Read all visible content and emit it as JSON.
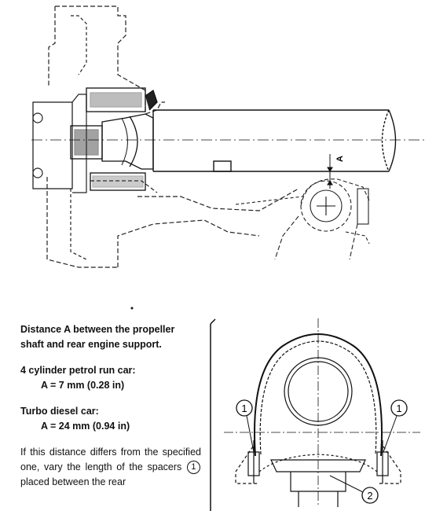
{
  "figure_top": {
    "label_a": "A"
  },
  "figure_bottom": {
    "callout_left": "1",
    "callout_right": "1",
    "callout_bottom": "2"
  },
  "text": {
    "heading_line1": "Distance A between the propeller",
    "heading_line2": "shaft and rear engine support.",
    "petrol_label": "4 cylinder petrol run car:",
    "petrol_value": "A = 7 mm (0.28 in)",
    "diesel_label": "Turbo diesel car:",
    "diesel_value": "A = 24 mm (0.94 in)",
    "instruction_part1": "If this distance differs from the specified one, vary the length of the spacers",
    "instruction_ref": "1",
    "instruction_part2": "placed between the rear"
  },
  "colors": {
    "ink": "#111111",
    "background": "#ffffff"
  }
}
